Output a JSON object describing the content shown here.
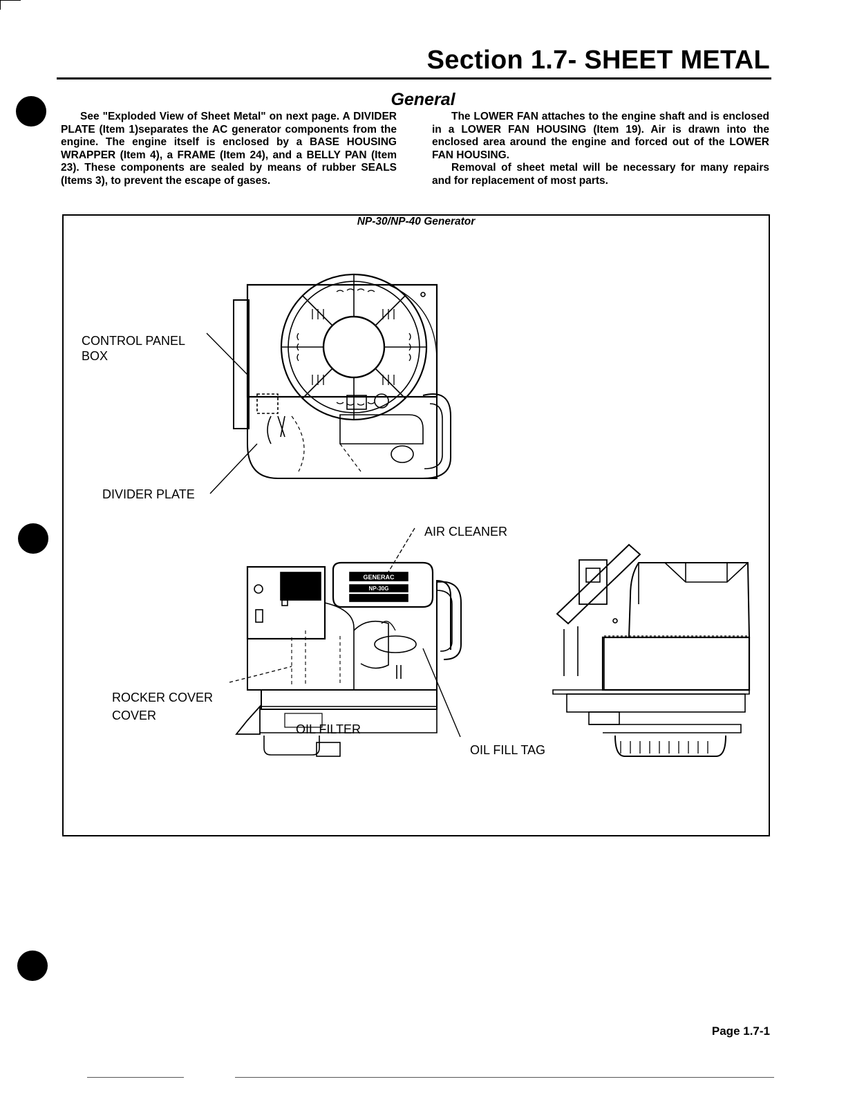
{
  "header": {
    "section_title": "Section 1.7- SHEET METAL"
  },
  "general": {
    "heading": "General",
    "left_paragraph": "See \"Exploded View of Sheet Metal\" on next page. A DIVIDER PLATE (Item 1)separates the AC generator components from the engine. The engine itself is enclosed by a BASE HOUSING WRAPPER (Item 4), a FRAME (Item 24), and a BELLY PAN (Item 23). These components are sealed by means of rubber SEALS (Items 3), to prevent the escape of gases.",
    "right_paragraph_1": "The LOWER FAN attaches to the engine shaft and is enclosed in a LOWER FAN HOUSING (Item 19). Air is drawn into the enclosed area around the engine and forced out of the LOWER FAN HOUSING.",
    "right_paragraph_2": "Removal of sheet metal will be necessary for many repairs and for replacement of most parts."
  },
  "figure": {
    "caption": "NP-30/NP-40 Generator",
    "labels": {
      "control_panel_line1": "CONTROL PANEL",
      "control_panel_line2": "BOX",
      "divider_plate": "DIVIDER PLATE",
      "air_cleaner": "AIR CLEANER",
      "rocker_cover_line1": "ROCKER COVER",
      "rocker_cover_line2": "COVER",
      "oil_filter": "OIL FILTER",
      "oil_fill_tag": "OIL FILL TAG"
    },
    "nameplate": {
      "brand": "GENERAC",
      "model": "NP-30G"
    }
  },
  "footer": {
    "page_number": "Page 1.7-1"
  }
}
